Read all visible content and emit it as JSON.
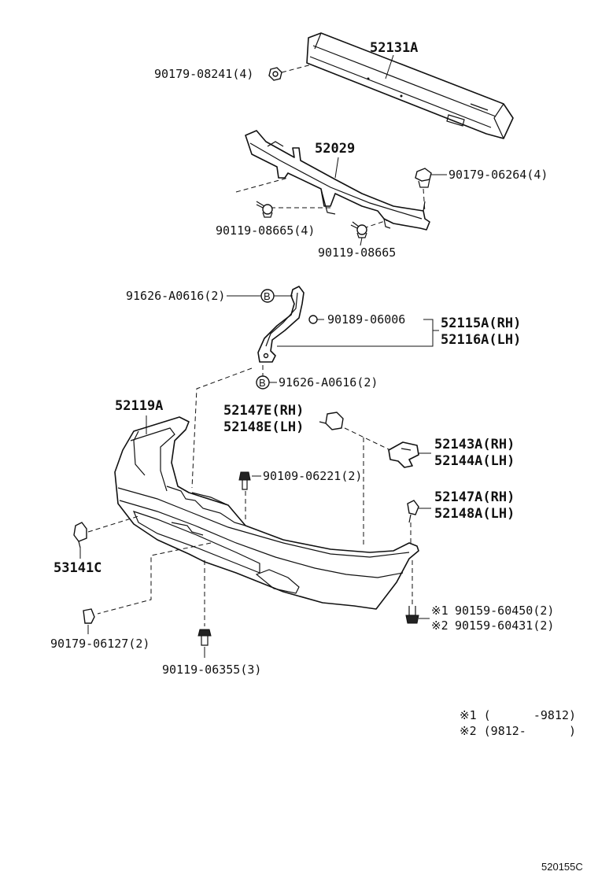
{
  "diagram": {
    "parts": {
      "reinforcement": "52131A",
      "retainer_bracket": "52029",
      "side_bracket_rh": "52115A(RH)",
      "side_bracket_lh": "52116A(LH)",
      "bumper_cover": "52119A",
      "retainer_rh": "52147E(RH)",
      "retainer_lh": "52148E(LH)",
      "support_rh": "52143A(RH)",
      "support_lh": "52144A(LH)",
      "clip_rh": "52147A(RH)",
      "clip_lh": "52148A(LH)",
      "hook": "53141C"
    },
    "fasteners": {
      "nut_reinforcement": "90179-08241(4)",
      "nut_right": "90179-06264(4)",
      "bolt_left": "90119-08665(4)",
      "bolt_center": "90119-08665",
      "rivet_top": "91626-A0616(2)",
      "screw_bracket": "90189-06006",
      "rivet_bottom": "91626-A0616(2)",
      "bolt_cover": "90109-06221(2)",
      "screw_1": "90159-60450(2)",
      "screw_2": "90159-60431(2)",
      "nut_lower": "90179-06127(2)",
      "bolt_lower": "90119-06355(3)"
    },
    "marks": {
      "mark_1": "※1",
      "mark_2": "※2",
      "rivet_symbol": "B"
    },
    "footnotes": {
      "note_1": "※1 (      -9812)",
      "note_2": "※2 (9812-      )"
    },
    "reference_code": "520155C"
  }
}
